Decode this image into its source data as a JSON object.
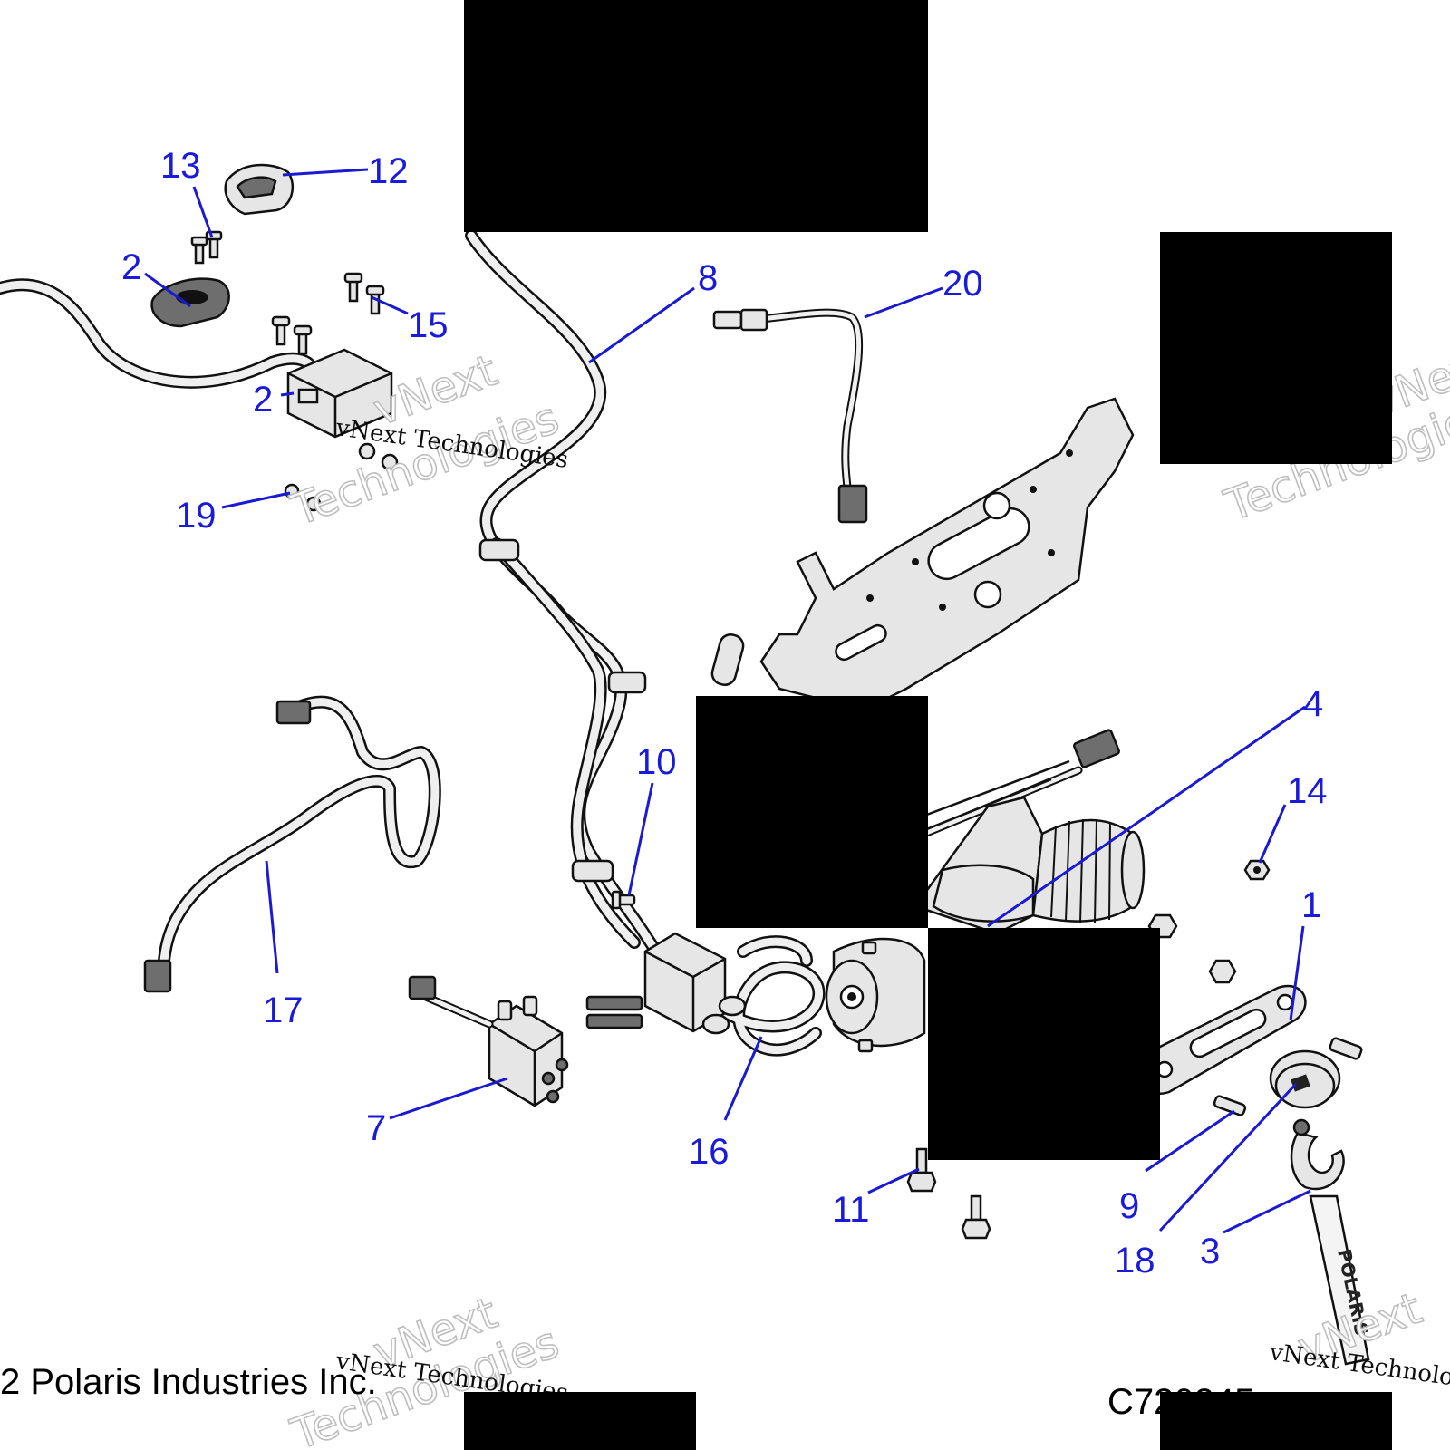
{
  "diagram": {
    "callouts": [
      "13",
      "12",
      "2",
      "15",
      "2",
      "8",
      "20",
      "19",
      "10",
      "4",
      "14",
      "1",
      "17",
      "7",
      "16",
      "9",
      "18",
      "3",
      "11"
    ],
    "watermark": {
      "line1": "vNext Technologies",
      "line2_a": "vNext",
      "line2_b": "Technologies"
    },
    "footer": {
      "copyright": "2 Polaris Industries Inc.",
      "code": "C720245"
    },
    "brand_on_strap": "POLARIS"
  }
}
